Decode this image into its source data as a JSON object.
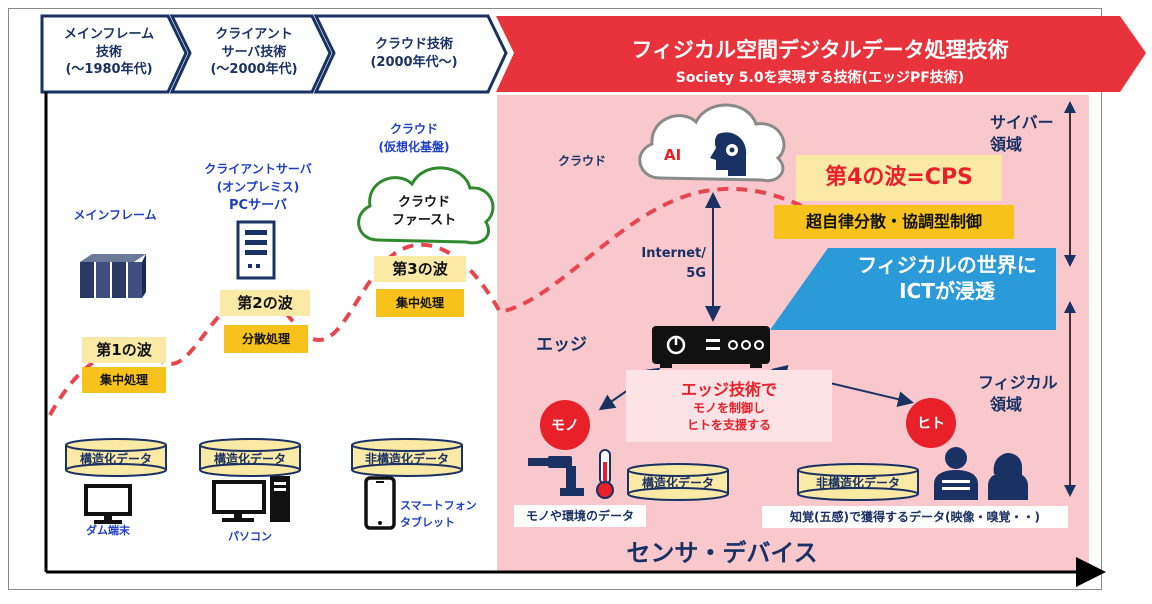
{
  "chevrons": [
    {
      "lines": [
        "メインフレーム",
        "技術",
        "(～1980年代)"
      ]
    },
    {
      "lines": [
        "クライアント",
        "サーバ技術",
        "(～2000年代)"
      ]
    },
    {
      "lines": [
        "クラウド技術",
        "(2000年代～)"
      ]
    }
  ],
  "banner": {
    "title": "フィジカル空間デジタルデータ処理技術",
    "subtitle": "Society 5.0を実現する技術(エッジPF技術)"
  },
  "eras": {
    "mainframe": {
      "label": "メインフレーム",
      "wave": "第1の波",
      "process": "集中処理",
      "db": "構造化データ",
      "device": "ダム端末"
    },
    "client_server": {
      "label_lines": [
        "クライアントサーバ",
        "(オンプレミス)",
        "PCサーバ"
      ],
      "wave": "第2の波",
      "process": "分散処理",
      "db": "構造化データ",
      "device": "パソコン"
    },
    "cloud": {
      "label_lines": [
        "クラウド",
        "(仮想化基盤)"
      ],
      "cloud_lines": [
        "クラウド",
        "ファースト"
      ],
      "wave": "第3の波",
      "process": "集中処理",
      "db": "非構造化データ",
      "device_lines": [
        "スマートフォン",
        "タブレット"
      ]
    }
  },
  "cps": {
    "cloud_label": "クラウド",
    "ai_label": "AI",
    "wave4": "第4の波=CPS",
    "control": "超自律分散・協調型制御",
    "network_lines": [
      "Internet/",
      "5G"
    ],
    "edge_label": "エッジ",
    "callout_lines": [
      "フィジカルの世界に",
      "ICTが浸透"
    ],
    "edge_tech": {
      "title": "エッジ技術で",
      "lines": [
        "モノを制御し",
        "ヒトを支援する"
      ]
    },
    "thing": "モノ",
    "human": "ヒト",
    "db_thing": "構造化データ",
    "db_human": "非構造化データ",
    "thing_data": "モノや環境のデータ",
    "human_data": "知覚(五感)で獲得するデータ(映像・嗅覚・・)",
    "footer": "センサ・デバイス",
    "cyber_lines": [
      "サイバー",
      "領域"
    ],
    "physical_lines": [
      "フィジカル",
      "領域"
    ]
  },
  "colors": {
    "navy": "#1a3163",
    "banner_red": "#e8323c",
    "pink_bg": "#f9c8cd",
    "wave_dash": "#e8454f",
    "accent_blue": "#1f3fc4",
    "callout_blue": "#2b9ad8",
    "yellow": "#f7c21b"
  }
}
